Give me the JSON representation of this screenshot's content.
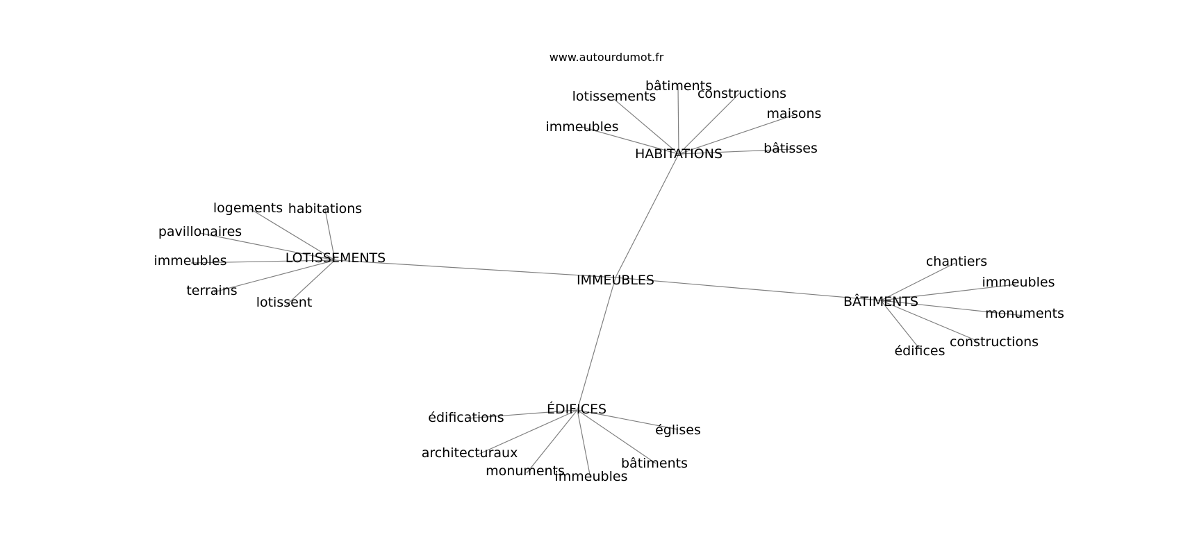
{
  "site": "www.autourdumot.fr",
  "root": "IMMEUBLES",
  "clusters": [
    {
      "hub": "HABITATIONS",
      "leaves": [
        "lotissements",
        "bâtiments",
        "constructions",
        "maisons",
        "immeubles",
        "bâtisses"
      ]
    },
    {
      "hub": "LOTISSEMENTS",
      "leaves": [
        "logements",
        "habitations",
        "pavillonaires",
        "immeubles",
        "terrains",
        "lotissent"
      ]
    },
    {
      "hub": "BÂTIMENTS",
      "leaves": [
        "chantiers",
        "immeubles",
        "monuments",
        "constructions",
        "édifices"
      ]
    },
    {
      "hub": "ÉDIFICES",
      "leaves": [
        "édifications",
        "églises",
        "architecturaux",
        "bâtiments",
        "monuments",
        "immeubles"
      ]
    }
  ]
}
